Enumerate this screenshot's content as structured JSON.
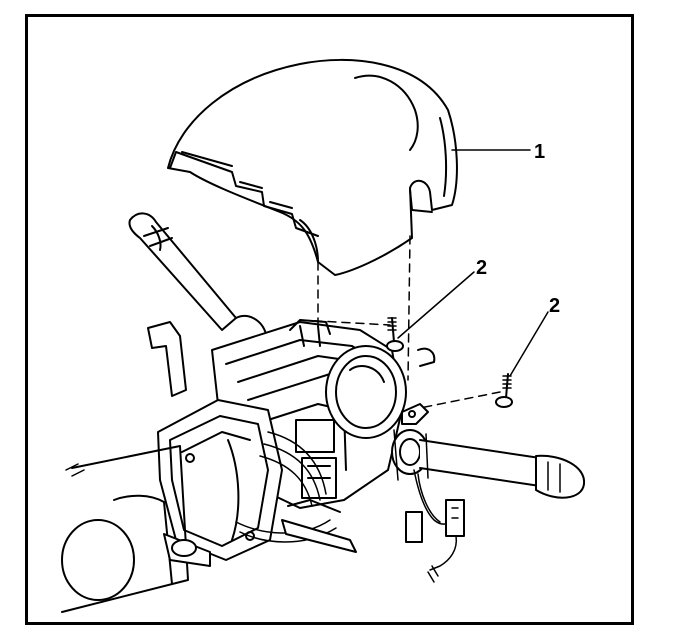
{
  "callouts": {
    "upper_cover": "1",
    "screw_left": "2",
    "screw_right": "2"
  },
  "colors": {
    "ink": "#000000",
    "background": "#ffffff"
  }
}
